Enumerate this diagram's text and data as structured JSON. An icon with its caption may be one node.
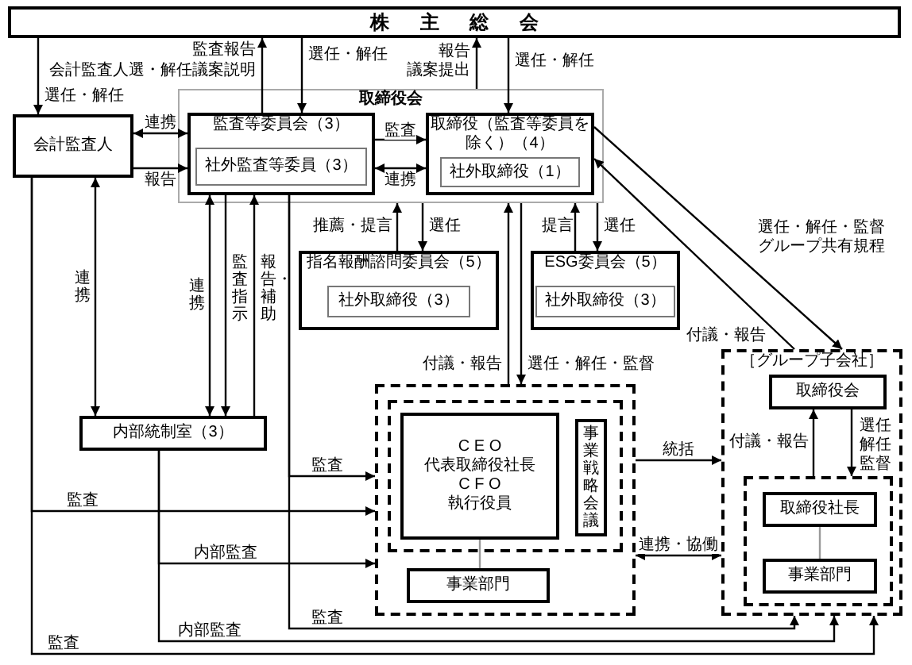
{
  "diagram": {
    "nodes": [
      {
        "text": [
          "株主総会"
        ]
      },
      {
        "text": [
          "会計監査人"
        ]
      },
      {
        "text": [
          "取締役会"
        ]
      },
      {
        "text": [
          "監査等委員会（3）"
        ],
        "in": 2
      },
      {
        "text": [
          "社外監査等委員（3）"
        ],
        "in": 3
      },
      {
        "text": [
          "取締役（監査等委員を除く）（4）"
        ],
        "in": 2
      },
      {
        "text": [
          "社外取締役（1）"
        ],
        "in": 5
      },
      {
        "text": [
          "指名報酬諮問委員会（5）"
        ]
      },
      {
        "text": [
          "社外取締役（3）"
        ],
        "in": 7
      },
      {
        "text": [
          "ESG委員会（5）"
        ]
      },
      {
        "text": [
          "社外取締役（3）"
        ],
        "in": 9
      },
      {
        "text": [
          "内部統制室（3）"
        ]
      },
      {
        "text": [],
        "shape": "box"
      },
      {
        "text": [],
        "shape": "box",
        "in": 12
      },
      {
        "text": [
          "C E O",
          "代表取締役社長",
          "C F O",
          "執行役員"
        ],
        "in": 13
      },
      {
        "text": [
          "事業戦略会議"
        ],
        "in": 13
      },
      {
        "text": [
          "事業部門"
        ],
        "in": 12
      },
      {
        "text": [
          "［グループ子会社］"
        ]
      },
      {
        "text": [
          "取締役会"
        ],
        "in": 17
      },
      {
        "text": [],
        "shape": "box",
        "in": 17
      },
      {
        "text": [
          "取締役社長"
        ],
        "in": 19
      },
      {
        "text": [
          "事業部門"
        ],
        "in": 19
      }
    ],
    "edges": [
      {
        "from": 0,
        "to": 1,
        "arrow": "to",
        "label": "選任・解任"
      },
      {
        "from": 3,
        "to": 0,
        "arrow": "to",
        "label": "監査報告"
      },
      {
        "from": 0,
        "to": 3,
        "arrow": "to",
        "label": "選任・解任"
      },
      {
        "from": 2,
        "to": 0,
        "arrow": "to",
        "label": "報告"
      },
      {
        "from": 0,
        "to": 5,
        "arrow": "to",
        "label": "選任・解任"
      },
      {
        "from": 1,
        "to": 3,
        "arrow": "both",
        "label": "連携"
      },
      {
        "from": 1,
        "to": 3,
        "arrow": "to",
        "label": "報告"
      },
      {
        "from": 3,
        "to": 5,
        "arrow": "to",
        "label": "監査"
      },
      {
        "from": 3,
        "to": 5,
        "arrow": "both",
        "label": "連携"
      },
      {
        "from": 7,
        "to": 2,
        "arrow": "to",
        "label": "推薦・提言"
      },
      {
        "from": 2,
        "to": 7,
        "arrow": "to",
        "label": "選任"
      },
      {
        "from": 9,
        "to": 2,
        "arrow": "to",
        "label": "提言"
      },
      {
        "from": 2,
        "to": 9,
        "arrow": "to",
        "label": "選任"
      },
      {
        "from": 5,
        "to": 17,
        "arrow": "to",
        "label": "選任・解任・監督グループ共有規程"
      },
      {
        "from": 17,
        "to": 5,
        "arrow": "to",
        "label": "付議・報告"
      },
      {
        "from": 12,
        "to": 2,
        "arrow": "to",
        "label": "付議・報告"
      },
      {
        "from": 2,
        "to": 12,
        "arrow": "to",
        "label": "選任・解任・監督"
      },
      {
        "from": 1,
        "to": 11,
        "arrow": "both",
        "label": "連携"
      },
      {
        "from": 3,
        "to": 11,
        "arrow": "both",
        "label": "連携"
      },
      {
        "from": 3,
        "to": 11,
        "arrow": "to",
        "label": "監査指示"
      },
      {
        "from": 11,
        "to": 3,
        "arrow": "to",
        "label": "報告・補助"
      },
      {
        "from": 1,
        "to": 12,
        "arrow": "to",
        "label": "監査"
      },
      {
        "from": 1,
        "to": 17,
        "arrow": "to",
        "label": "監査"
      },
      {
        "from": 3,
        "to": 12,
        "arrow": "to",
        "label": "監査"
      },
      {
        "from": 3,
        "to": 17,
        "arrow": "to",
        "label": "監査"
      },
      {
        "from": 11,
        "to": 12,
        "arrow": "to",
        "label": "内部監査"
      },
      {
        "from": 11,
        "to": 17,
        "arrow": "to",
        "label": "内部監査"
      },
      {
        "from": 12,
        "to": 17,
        "arrow": "to",
        "label": "統括"
      },
      {
        "from": 12,
        "to": 17,
        "arrow": "both",
        "label": "連携・協働"
      },
      {
        "from": 19,
        "to": 18,
        "arrow": "to",
        "label": "付議・報告"
      },
      {
        "from": 18,
        "to": 19,
        "arrow": "to",
        "label": "選任解任監督"
      },
      {
        "from": 14,
        "to": 16,
        "arrow": "none",
        "color": "#999999"
      },
      {
        "from": 20,
        "to": 21,
        "arrow": "none",
        "color": "#999999"
      }
    ],
    "labels": [
      "会計監査人選・解任議案説明",
      "議案提出"
    ]
  }
}
